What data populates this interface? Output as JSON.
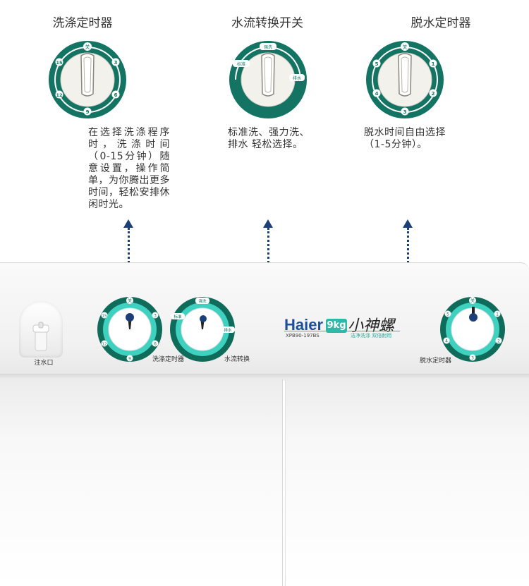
{
  "sections": [
    {
      "title": "洗涤定时器",
      "description": "在选择洗涤程序时，洗涤时间（0-15分钟）随意设置，操作简单，为你腾出更多时间，轻松安排休闲时光。",
      "dial_labels": {
        "top": "关",
        "right": "3",
        "bottom_right": "6",
        "bottom": "9",
        "bottom_left": "12",
        "left": "15"
      }
    },
    {
      "title": "水流转换开关",
      "description": "标准洗、强力洗、排水 轻松选择。",
      "dial_labels": {
        "top": "强洗",
        "left": "标准",
        "right": "排水"
      }
    },
    {
      "title": "脱水定时器",
      "description": "脱水时间自由选择（1-5分钟）。",
      "dial_labels": {
        "top": "关",
        "n1": "1",
        "n2": "2",
        "n3": "3",
        "n4": "4",
        "n5": "5"
      }
    }
  ],
  "panel": {
    "inlet_label": "注水口",
    "wash_timer_label": "洗涤定时器",
    "water_switch_label": "水流转换",
    "spin_timer_label": "脱水定时器"
  },
  "logo": {
    "brand": "Haier",
    "badge": "9kg",
    "script": "小神螺",
    "model": "XPB90-197BS",
    "slogan": "洁净洗涤 双倍耐用"
  },
  "colors": {
    "dial_green": "#137463",
    "knob_teal": "#2fc4b5",
    "arrow_blue": "#1d3f78",
    "brand_blue": "#1f4f98"
  }
}
